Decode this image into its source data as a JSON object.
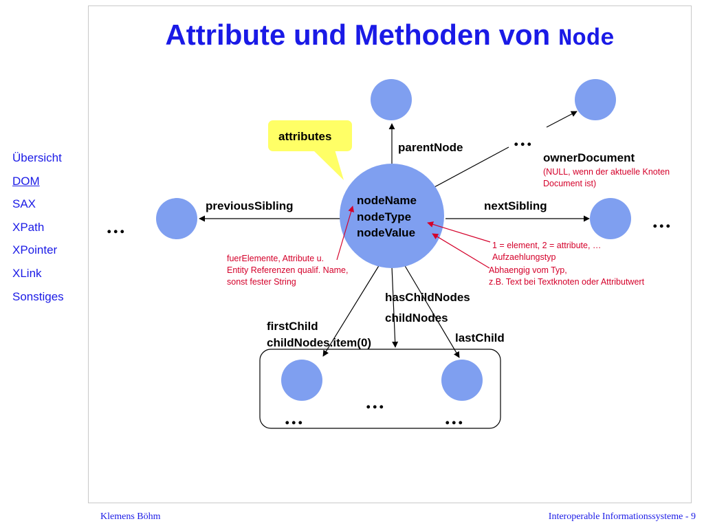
{
  "title": {
    "text": "Attribute und Methoden von",
    "code": "Node"
  },
  "nav": [
    {
      "label": "Übersicht"
    },
    {
      "label": "DOM"
    },
    {
      "label": "SAX"
    },
    {
      "label": "XPath"
    },
    {
      "label": "XPointer"
    },
    {
      "label": "XLink"
    },
    {
      "label": "Sonstiges"
    }
  ],
  "callout": {
    "label": "attributes"
  },
  "center": {
    "line1": "nodeName",
    "line2": "nodeType",
    "line3": "nodeValue"
  },
  "edges": {
    "parent": "parentNode",
    "owner": "ownerDocument",
    "previous": "previousSibling",
    "next": "nextSibling",
    "has_children": "hasChildNodes",
    "children": "childNodes",
    "first_child_1": "firstChild",
    "first_child_2": "childNodes.item(0)",
    "last_child": "lastChild"
  },
  "notes": {
    "owner_1": "(NULL, wenn der aktuelle Knoten",
    "owner_2": "Document ist)",
    "name_1": "fuerElemente, Attribute u.",
    "name_2": "Entity Referenzen qualif. Name,",
    "name_3": "sonst fester String",
    "type_1": "1 = element, 2 = attribute, …",
    "type_2": "Aufzaehlungstyp",
    "value_1": "Abhaengig vom Typ,",
    "value_2": "z.B. Text bei Textknoten oder Attributwert"
  },
  "ellipsis": "...",
  "footer": {
    "author": "Klemens Böhm",
    "course": "Interoperable Informationssysteme - 9"
  },
  "colors": {
    "node_fill": "#7f9ff0",
    "title_blue": "#1a1ae6",
    "note_red": "#d4002a",
    "callout_fill": "#ffff66"
  }
}
